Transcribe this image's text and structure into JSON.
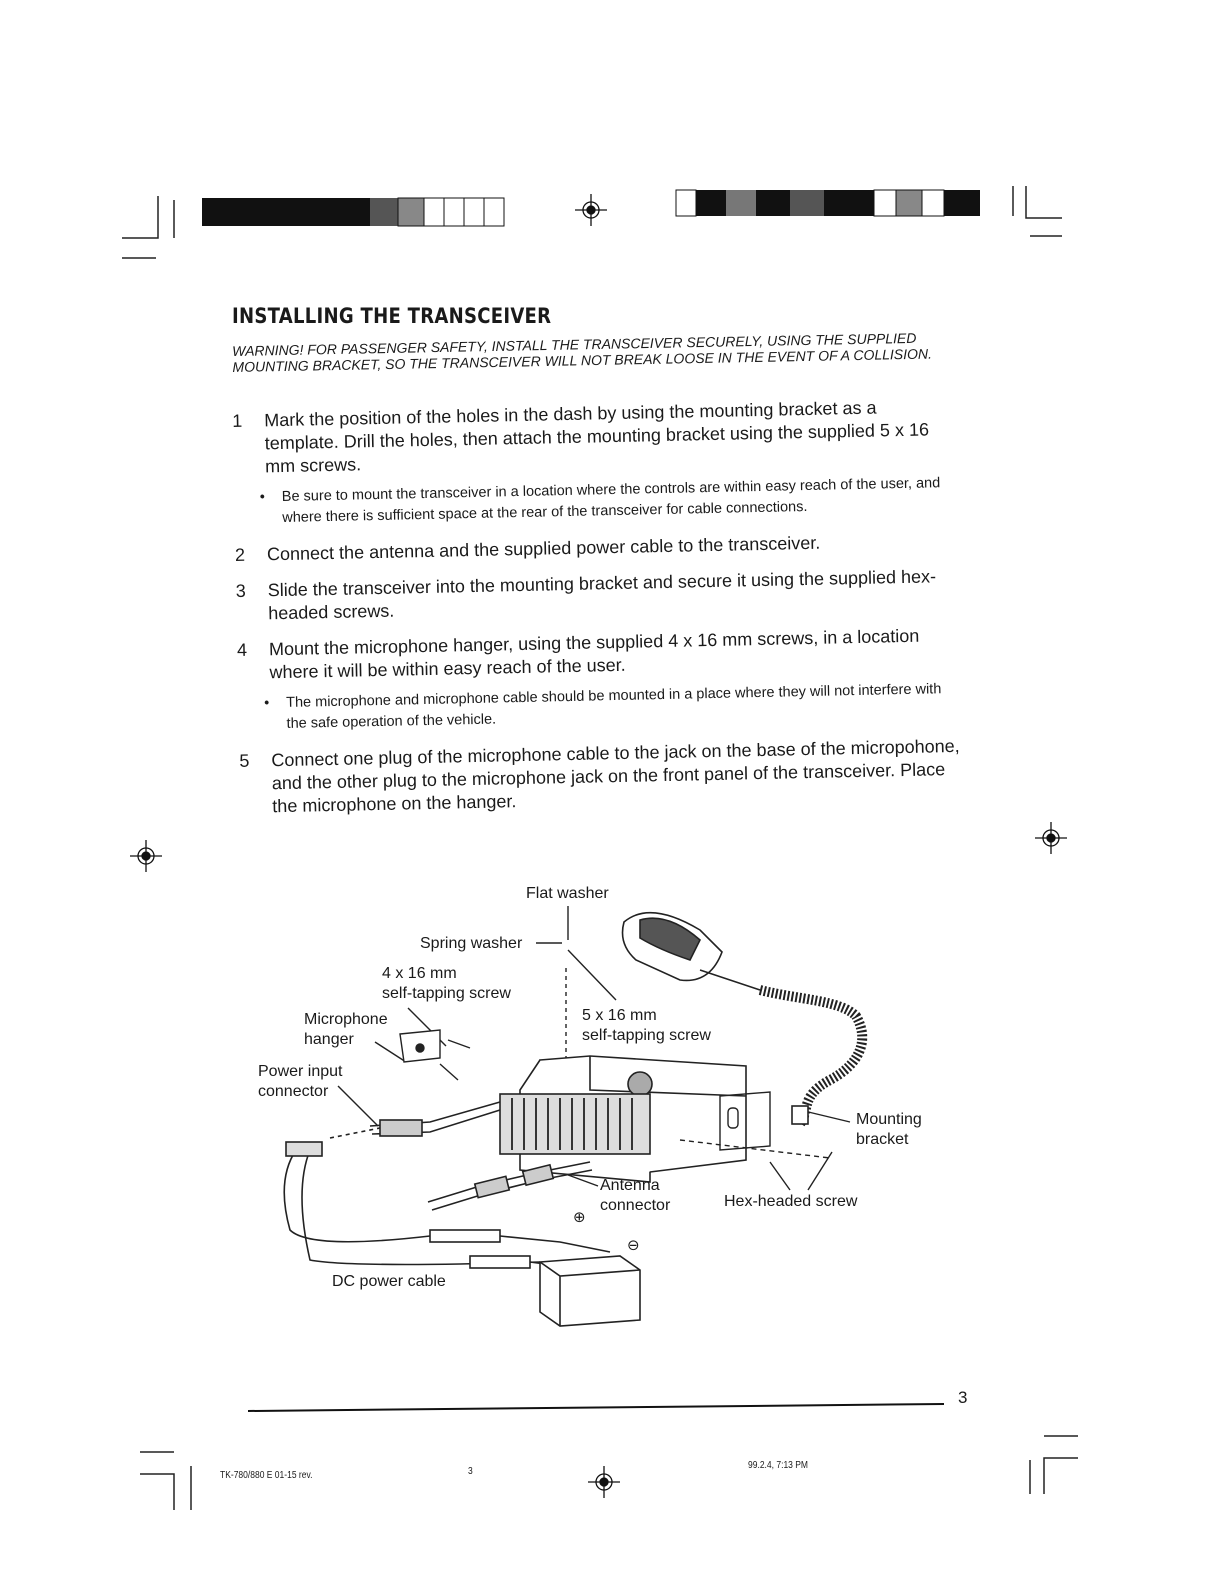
{
  "page": {
    "title": "INSTALLING THE TRANSCEIVER",
    "warning": "WARNING! FOR PASSENGER SAFETY, INSTALL THE TRANSCEIVER SECURELY, USING THE SUPPLIED MOUNTING BRACKET, SO THE TRANSCEIVER WILL NOT BREAK LOOSE IN THE EVENT OF A COLLISION.",
    "steps": [
      {
        "num": "1",
        "text": "Mark the position of the holes in the dash by using the mounting bracket as a template. Drill the holes, then attach the mounting bracket using the supplied 5 x 16 mm screws."
      },
      {
        "num": "2",
        "text": "Connect the antenna and the supplied power cable to the transceiver."
      },
      {
        "num": "3",
        "text": "Slide the transceiver into the mounting bracket and secure it using the supplied hex-headed screws."
      },
      {
        "num": "4",
        "text": "Mount the microphone hanger, using the supplied 4 x 16 mm screws, in a location where it will be within easy reach of the user."
      },
      {
        "num": "5",
        "text": "Connect one plug of the microphone cable to the jack on the base of the micropohone, and the other plug to the microphone jack on the front panel of the transceiver. Place the microphone on the hanger."
      }
    ],
    "notes": {
      "after_step1": "Be sure to mount the transceiver in a location where the controls are within easy reach of the user, and where there is sufficient space at the rear of the transceiver for cable connections.",
      "after_step4": "The microphone and microphone cable should be mounted in a place where they will not interfere with the safe operation of the vehicle."
    },
    "page_number": "3"
  },
  "figure": {
    "flat_washer": "Flat washer",
    "spring_washer": "Spring washer",
    "screw_4x16_line1": "4 x 16 mm",
    "screw_4x16_line2": "self-tapping screw",
    "screw_5x16_line1": "5 x 16 mm",
    "screw_5x16_line2": "self-tapping screw",
    "mic_hanger_line1": "Microphone",
    "mic_hanger_line2": "hanger",
    "power_input_line1": "Power input",
    "power_input_line2": "connector",
    "mounting_bracket_line1": "Mounting",
    "mounting_bracket_line2": "bracket",
    "antenna_line1": "Antenna",
    "antenna_line2": "connector",
    "hex_screw": "Hex-headed screw",
    "dc_cable": "DC power cable",
    "plus_symbol": "⊕",
    "minus_symbol": "⊖"
  },
  "footer": {
    "doc_code": "TK-780/880 E 01-15 rev.",
    "page": "3",
    "datetime": "99.2.4, 7:13 PM"
  }
}
